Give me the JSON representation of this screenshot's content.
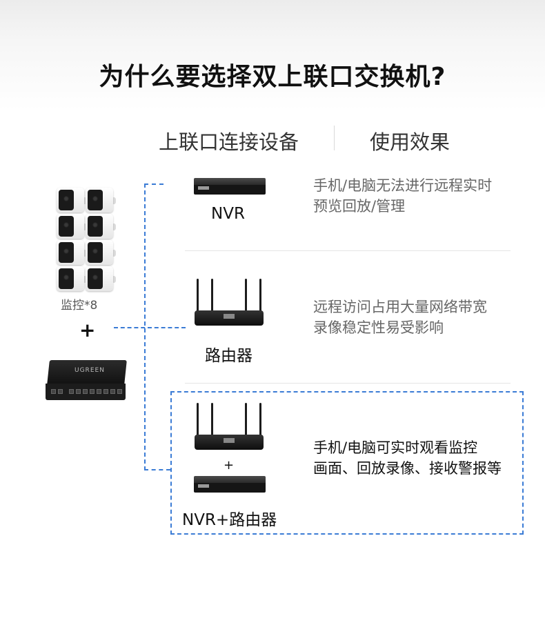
{
  "title": "为什么要选择双上联口交换机?",
  "columns": {
    "connect": "上联口连接设备",
    "effect": "使用效果"
  },
  "left": {
    "camera_label": "监控*8",
    "plus": "+",
    "switch_brand": "UGREEN"
  },
  "rows": [
    {
      "device": "NVR",
      "effect_line1": "手机/电脑无法进行远程实时",
      "effect_line2": "预览回放/管理"
    },
    {
      "device": "路由器",
      "effect_line1": "远程访问占用大量网络带宽",
      "effect_line2": "录像稳定性易受影响"
    },
    {
      "device": "NVR+路由器",
      "plus": "+",
      "effect_line1": "手机/电脑可实时观看监控",
      "effect_line2": "画面、回放录像、接收警报等"
    }
  ],
  "colors": {
    "accent_dash": "#3a7bd5",
    "title": "#111111",
    "muted_text": "#666666"
  },
  "icons": [
    "camera-icon",
    "switch-icon",
    "nvr-icon",
    "router-icon"
  ]
}
